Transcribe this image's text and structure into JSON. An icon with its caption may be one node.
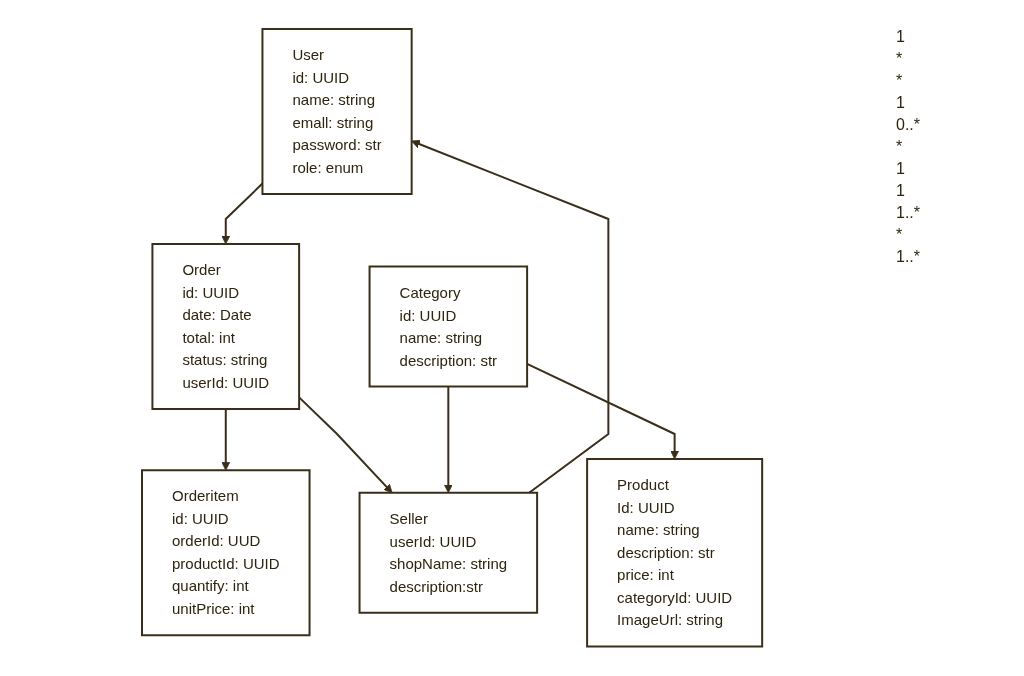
{
  "diagram": {
    "nodes": [
      {
        "text": [
          "User",
          "id: UUID",
          "name: string",
          "emall: string",
          "password: str",
          "role: enum"
        ]
      },
      {
        "text": [
          "Orderitem",
          "id: UUID",
          "orderId: UUD",
          "productId: UUID",
          "quantify: int",
          "unitPrice: int"
        ]
      },
      {
        "text": [
          "Order",
          "id: UUID",
          "date: Date",
          "total: int",
          "status: string",
          "userId: UUID"
        ]
      },
      {
        "text": [
          "Seller",
          "userId: UUID",
          "shopName: string",
          "description:str"
        ]
      },
      {
        "text": [
          "Product",
          "Id: UUID",
          "name: string",
          "description: str",
          "price: int",
          "categoryId: UUID",
          "ImageUrl: string"
        ]
      },
      {
        "text": [
          "Category",
          "id: UUID",
          "name: string",
          "description: str"
        ]
      }
    ],
    "edges": [
      {
        "from": 0,
        "to": 2,
        "arrow": "to"
      },
      {
        "from": 2,
        "to": 1,
        "arrow": "to"
      },
      {
        "from": 3,
        "to": 0,
        "arrow": "to"
      },
      {
        "from": 2,
        "to": 3,
        "arrow": "to"
      },
      {
        "from": 5,
        "to": 3,
        "arrow": "to"
      },
      {
        "from": 5,
        "to": 4,
        "arrow": "to"
      }
    ],
    "labels": [
      "1",
      "*",
      "*",
      "1",
      "0..*",
      "*",
      "1",
      "1",
      "1..*",
      "*",
      "1..*"
    ]
  }
}
